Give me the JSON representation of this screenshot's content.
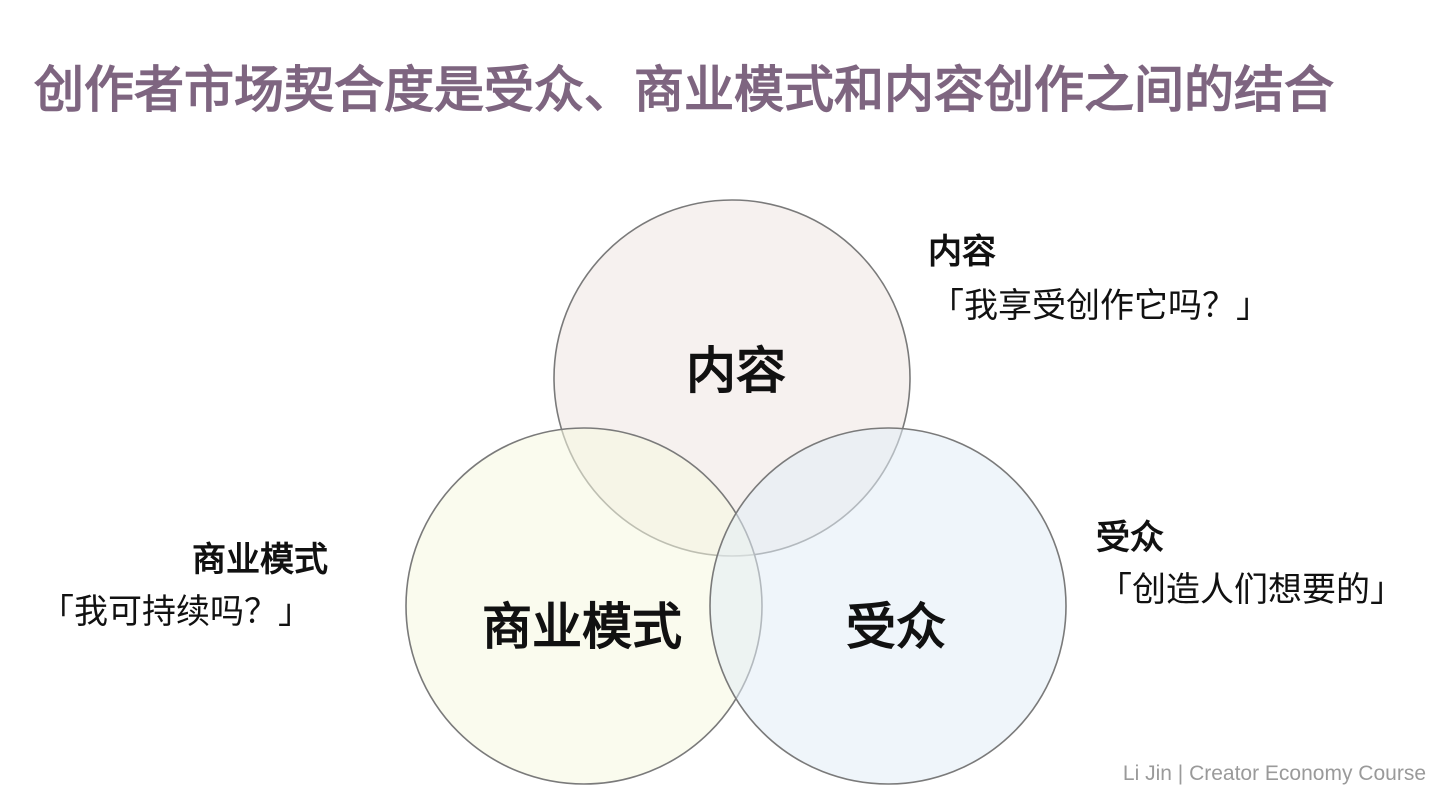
{
  "title": "创作者市场契合度是受众、商业模式和内容创作之间的结合",
  "circles": {
    "content": {
      "label": "内容",
      "fill": "#efe6e1"
    },
    "business": {
      "label": "商业模式",
      "fill": "#f5f7e0"
    },
    "audience": {
      "label": "受众",
      "fill": "#e2ecf6"
    }
  },
  "annotations": {
    "content": {
      "title": "内容",
      "quote": "「我享受创作它吗？」"
    },
    "business": {
      "title": "商业模式",
      "quote": "「我可持续吗？」"
    },
    "audience": {
      "title": "受众",
      "quote": "「创造人们想要的」"
    }
  },
  "credit": "Li Jin | Creator Economy Course",
  "colors": {
    "title": "#7e6580",
    "stroke": "#7a7a7a",
    "text": "#111111",
    "credit": "#9a9a9a"
  }
}
